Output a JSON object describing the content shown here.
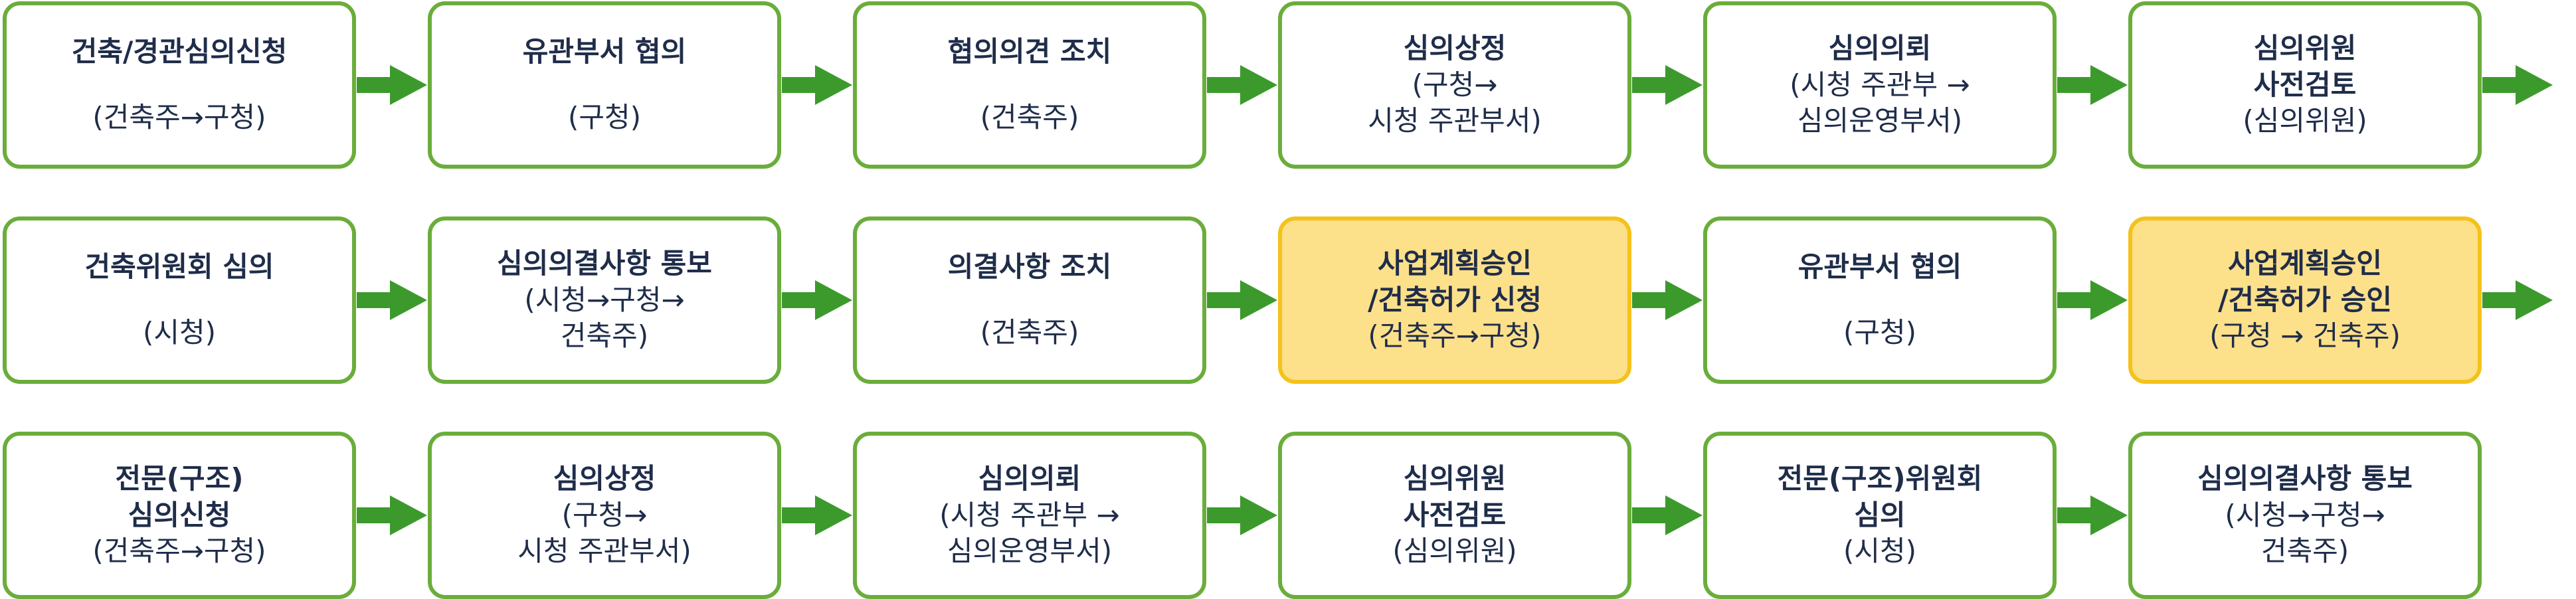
{
  "diagram": {
    "colors": {
      "box_border": "#6aad3b",
      "highlight_fill": "#fde08a",
      "highlight_border": "#f5c21b",
      "arrow": "#3c9a2c",
      "text": "#1f2d4a"
    },
    "rows": [
      {
        "steps": [
          {
            "title": "건축/경관심의신청",
            "sub": "(건축주→구청)"
          },
          {
            "title": "유관부서 협의",
            "sub": "(구청)"
          },
          {
            "title": "협의의견 조치",
            "sub": "(건축주)"
          },
          {
            "title": "심의상정",
            "sub": "(구청→\n시청 주관부서)"
          },
          {
            "title": "심의의뢰",
            "sub": "(시청 주관부 →\n심의운영부서)"
          },
          {
            "title": "심의위원\n사전검토",
            "sub": "(심의위원)"
          }
        ]
      },
      {
        "steps": [
          {
            "title": "건축위원회 심의",
            "sub": "(시청)"
          },
          {
            "title": "심의의결사항 통보",
            "sub": "(시청→구청→\n건축주)"
          },
          {
            "title": "의결사항 조치",
            "sub": "(건축주)"
          },
          {
            "title": "사업계획승인\n/건축허가 신청",
            "sub": "(건축주→구청)",
            "highlight": true
          },
          {
            "title": "유관부서 협의",
            "sub": "(구청)"
          },
          {
            "title": "사업계획승인\n/건축허가 승인",
            "sub": "(구청 → 건축주)",
            "highlight": true
          }
        ]
      },
      {
        "steps": [
          {
            "title": "전문(구조)\n심의신청",
            "sub": "(건축주→구청)"
          },
          {
            "title": "심의상정",
            "sub": "(구청→\n시청 주관부서)"
          },
          {
            "title": "심의의뢰",
            "sub": "(시청 주관부 →\n심의운영부서)"
          },
          {
            "title": "심의위원\n사전검토",
            "sub": "(심의위원)"
          },
          {
            "title": "전문(구조)위원회\n심의",
            "sub": "(시청)"
          },
          {
            "title": "심의의결사항 통보",
            "sub": "(시청→구청→\n건축주)"
          }
        ]
      }
    ]
  }
}
